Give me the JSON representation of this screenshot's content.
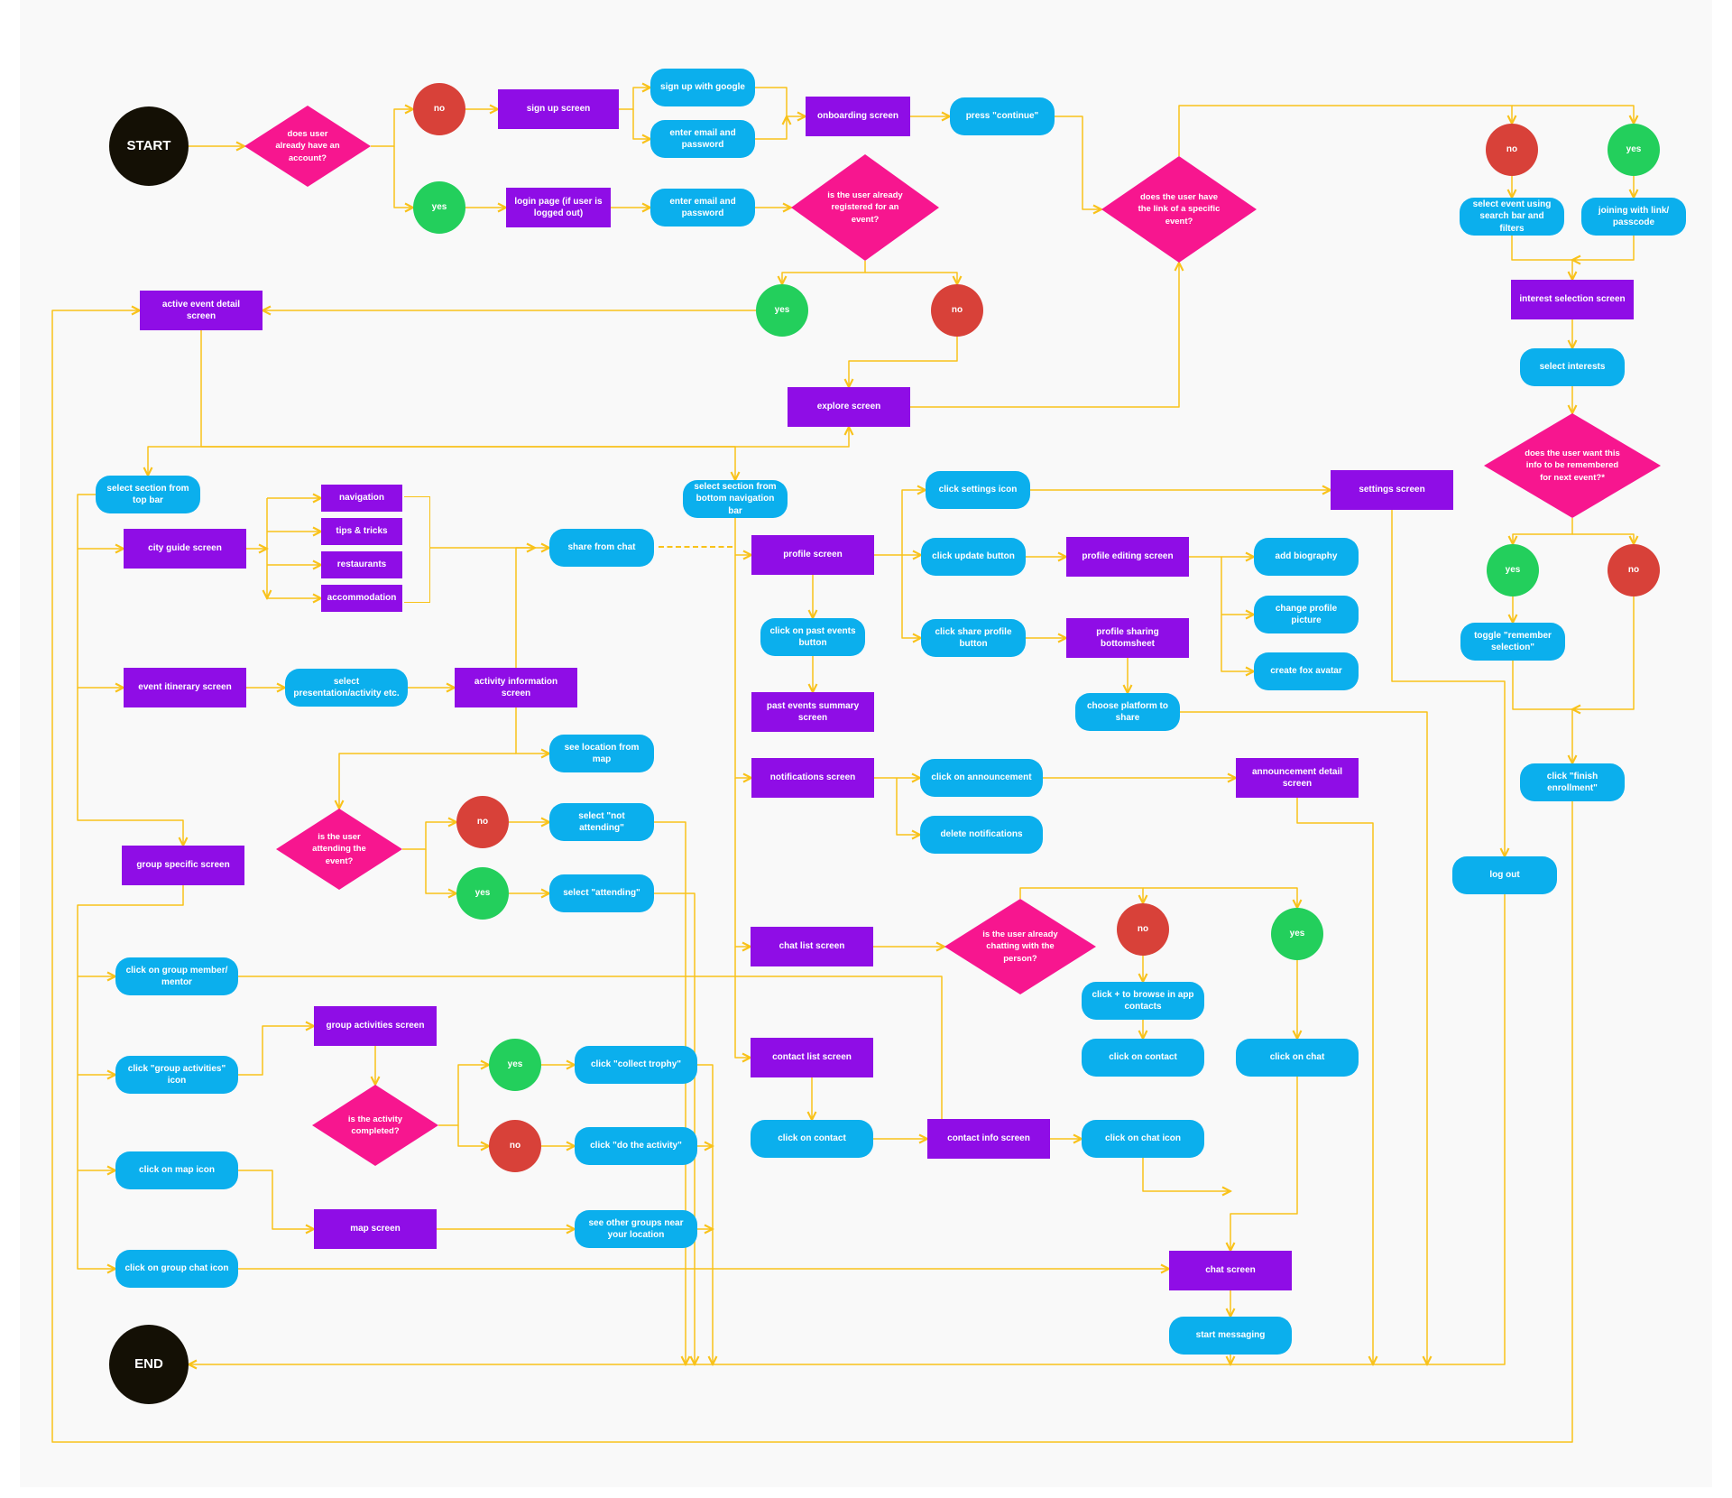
{
  "colors": {
    "screen": "#8f0de6",
    "action": "#0bafed",
    "decision": "#f7168f",
    "yes": "#23cf5c",
    "no": "#d84139",
    "terminal": "#141005",
    "connector": "#f9c21a",
    "background": "#f9f9f9"
  },
  "nodes": {
    "start": "START",
    "end": "END",
    "q_account": "does user already have an account?",
    "no_account": "no",
    "yes_account": "yes",
    "signup_screen": "sign up screen",
    "signup_google": "sign up with google",
    "signup_email": "enter email and password",
    "onboarding_screen": "onboarding screen",
    "press_continue": "press \"continue\"",
    "login_page": "login page (if user is logged out)",
    "login_email": "enter email and password",
    "q_registered": "is the user already registered for an event?",
    "yes_registered": "yes",
    "no_registered": "no",
    "active_event_detail": "active event detail screen",
    "explore_screen": "explore screen",
    "q_link": "does the user have the link of a specific event?",
    "no_link": "no",
    "yes_link": "yes",
    "select_event_search": "select event using search bar and filters",
    "joining_link": "joining with link/ passcode",
    "interest_selection": "interest selection screen",
    "select_interests": "select interests",
    "q_remember": "does the user want this info to be remembered for next event?*",
    "yes_remember": "yes",
    "no_remember": "no",
    "toggle_remember": "toggle \"remember selection\"",
    "finish_enrollment": "click \"finish enrollment\"",
    "select_top_bar": "select section from top bar",
    "city_guide": "city guide screen",
    "navigation": "navigation",
    "tips_tricks": "tips & tricks",
    "restaurants": "restaurants",
    "accommodation": "accommodation",
    "share_from_chat": "share from chat",
    "event_itinerary": "event itinerary screen",
    "select_presentation": "select presentation/activity etc.",
    "activity_info": "activity information screen",
    "see_location_map": "see location from map",
    "q_attending": "is the user attending the event?",
    "no_attending": "no",
    "yes_attending": "yes",
    "select_not_attending": "select \"not attending\"",
    "select_attending": "select \"attending\"",
    "group_specific": "group specific screen",
    "click_group_member": "click on group member/ mentor",
    "click_group_activities": "click \"group activities\" icon",
    "group_activities_screen": "group activities screen",
    "q_activity_completed": "is the activity completed?",
    "yes_activity": "yes",
    "no_activity": "no",
    "collect_trophy": "click \"collect trophy\"",
    "do_activity": "click \"do the activity\"",
    "click_map_icon": "click on map icon",
    "map_screen": "map screen",
    "see_other_groups": "see other groups near your location",
    "click_group_chat": "click on group chat icon",
    "select_bottom_nav": "select section from bottom navigation bar",
    "profile_screen": "profile screen",
    "click_past_events": "click on past events button",
    "past_events_summary": "past events summary screen",
    "click_settings": "click settings icon",
    "settings_screen": "settings screen",
    "click_update": "click update button",
    "profile_editing": "profile editing screen",
    "add_biography": "add biography",
    "change_profile_picture": "change profile picture",
    "create_fox_avatar": "create fox avatar",
    "click_share_profile": "click share profile button",
    "profile_sharing_sheet": "profile sharing bottomsheet",
    "choose_platform": "choose platform to share",
    "notifications_screen": "notifications screen",
    "click_announcement": "click on announcement",
    "announcement_detail": "announcement detail screen",
    "delete_notifications": "delete notifications",
    "log_out": "log out",
    "chat_list": "chat list screen",
    "q_chatting": "is the user already chatting with the person?",
    "no_chatting": "no",
    "yes_chatting": "yes",
    "browse_contacts": "click + to browse in app contacts",
    "click_contact_a": "click on contact",
    "click_chat": "click on chat",
    "contact_list": "contact list screen",
    "click_contact_b": "click on contact",
    "contact_info": "contact info screen",
    "click_chat_icon": "click on chat icon",
    "chat_screen": "chat screen",
    "start_messaging": "start messaging"
  }
}
